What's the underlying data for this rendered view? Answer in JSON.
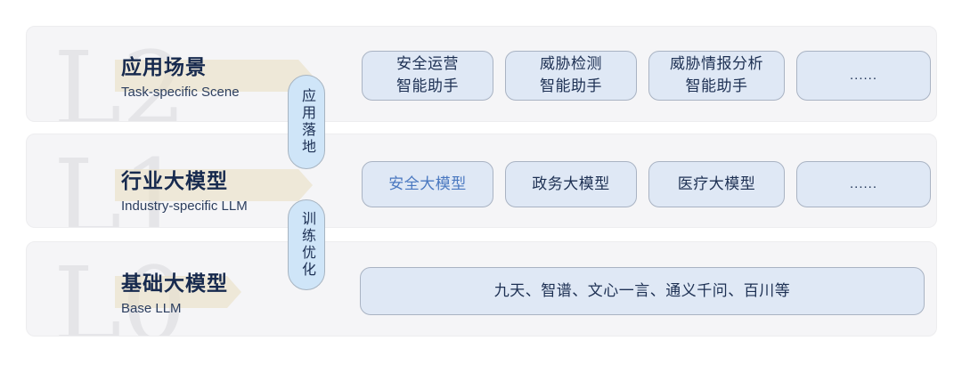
{
  "colors": {
    "row_fill": "#f5f5f7",
    "box_fill": "#dfe8f5",
    "box_border": "#a9b3c3",
    "pill_fill": "#cfe5f8",
    "title_text": "#172a4e",
    "accent_text": "#4a78c0",
    "watermark_text": "#e5e5e8",
    "arrow_ribbon": "#e9e0c7"
  },
  "connectors": [
    {
      "label": "应用落地"
    },
    {
      "label": "训练优化"
    }
  ],
  "layers": [
    {
      "watermark": "L2",
      "title": "应用场景",
      "subtitle": "Task-specific Scene",
      "boxes": [
        {
          "label": "安全运营\n智能助手"
        },
        {
          "label": "威胁检测\n智能助手"
        },
        {
          "label": "威胁情报分析\n智能助手"
        },
        {
          "label": "......"
        }
      ]
    },
    {
      "watermark": "L1",
      "title": "行业大模型",
      "subtitle": "Industry-specific LLM",
      "boxes": [
        {
          "label": "安全大模型"
        },
        {
          "label": "政务大模型"
        },
        {
          "label": "医疗大模型"
        },
        {
          "label": "......"
        }
      ]
    },
    {
      "watermark": "L0",
      "title": "基础大模型",
      "subtitle": "Base LLM",
      "boxes": [
        {
          "label": "九天、智谱、文心一言、通义千问、百川等"
        }
      ]
    }
  ]
}
